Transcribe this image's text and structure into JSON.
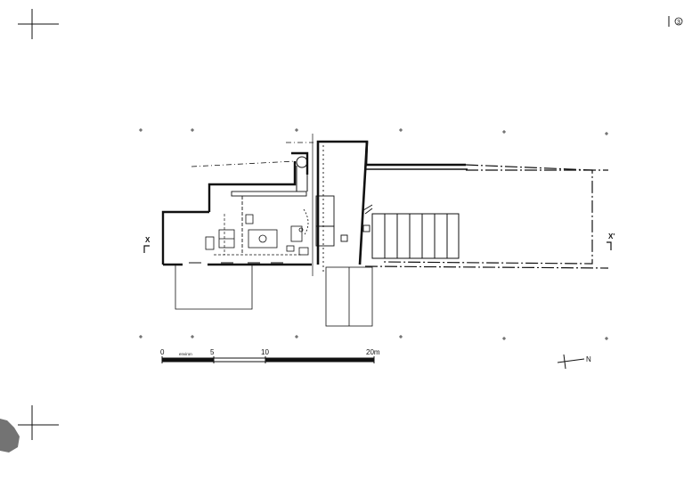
{
  "sheet": {
    "page_number": "3"
  },
  "section_marks": {
    "left": "X",
    "right": "X'"
  },
  "scale_bar": {
    "ticks": [
      "0",
      "5",
      "10",
      "20m"
    ],
    "note": "environ"
  },
  "north_arrow": {
    "label": "N"
  },
  "colors": {
    "ink": "#111111",
    "paper": "#ffffff"
  }
}
